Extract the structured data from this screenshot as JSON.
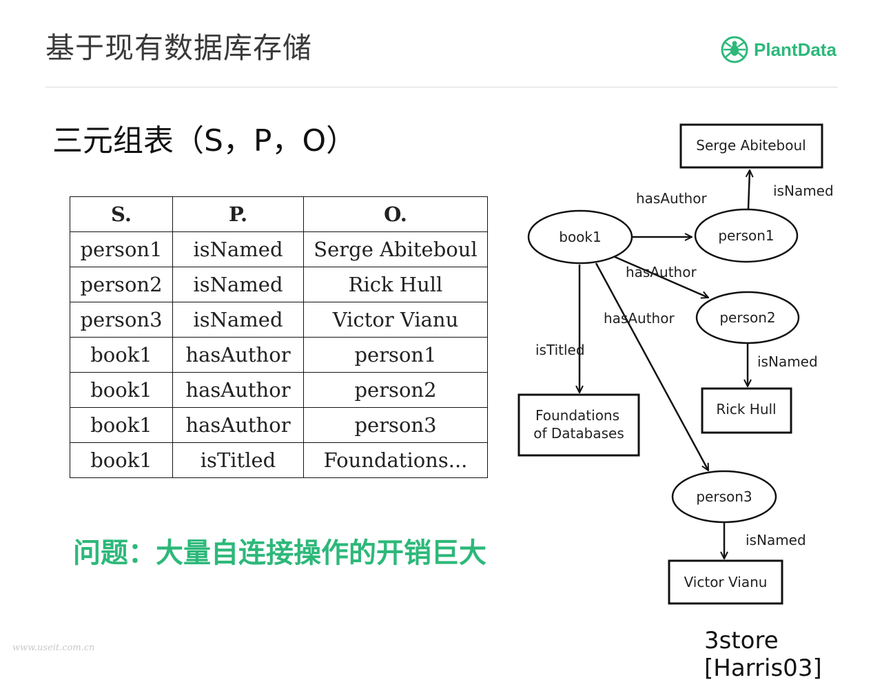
{
  "header": {
    "title": "基于现有数据库存储",
    "logo_text": "PlantData",
    "logo_icon": "plantdata-spider-logo-icon",
    "brand_color": "#2db87a"
  },
  "subtitle": "三元组表（S，P，O）",
  "table": {
    "headers": [
      "S.",
      "P.",
      "O."
    ],
    "rows": [
      [
        "person1",
        "isNamed",
        "Serge Abiteboul"
      ],
      [
        "person2",
        "isNamed",
        "Rick Hull"
      ],
      [
        "person3",
        "isNamed",
        "Victor Vianu"
      ],
      [
        "book1",
        "hasAuthor",
        "person1"
      ],
      [
        "book1",
        "hasAuthor",
        "person2"
      ],
      [
        "book1",
        "hasAuthor",
        "person3"
      ],
      [
        "book1",
        "isTitled",
        "Foundations..."
      ]
    ]
  },
  "graph": {
    "nodes": {
      "book1": "book1",
      "person1": "person1",
      "person2": "person2",
      "person3": "person3",
      "serge": "Serge Abiteboul",
      "rick": "Rick Hull",
      "victor": "Victor Vianu",
      "foundations_line1": "Foundations",
      "foundations_line2": "of Databases"
    },
    "edges": {
      "book1_person1": "hasAuthor",
      "book1_person2": "hasAuthor",
      "book1_person3": "hasAuthor",
      "book1_foundations": "isTitled",
      "person1_serge": "isNamed",
      "person2_rick": "isNamed",
      "person3_victor": "isNamed"
    }
  },
  "problem": "问题：大量自连接操作的开销巨大",
  "citation": "3store [Harris03]",
  "watermark": "www.useit.com.cn"
}
